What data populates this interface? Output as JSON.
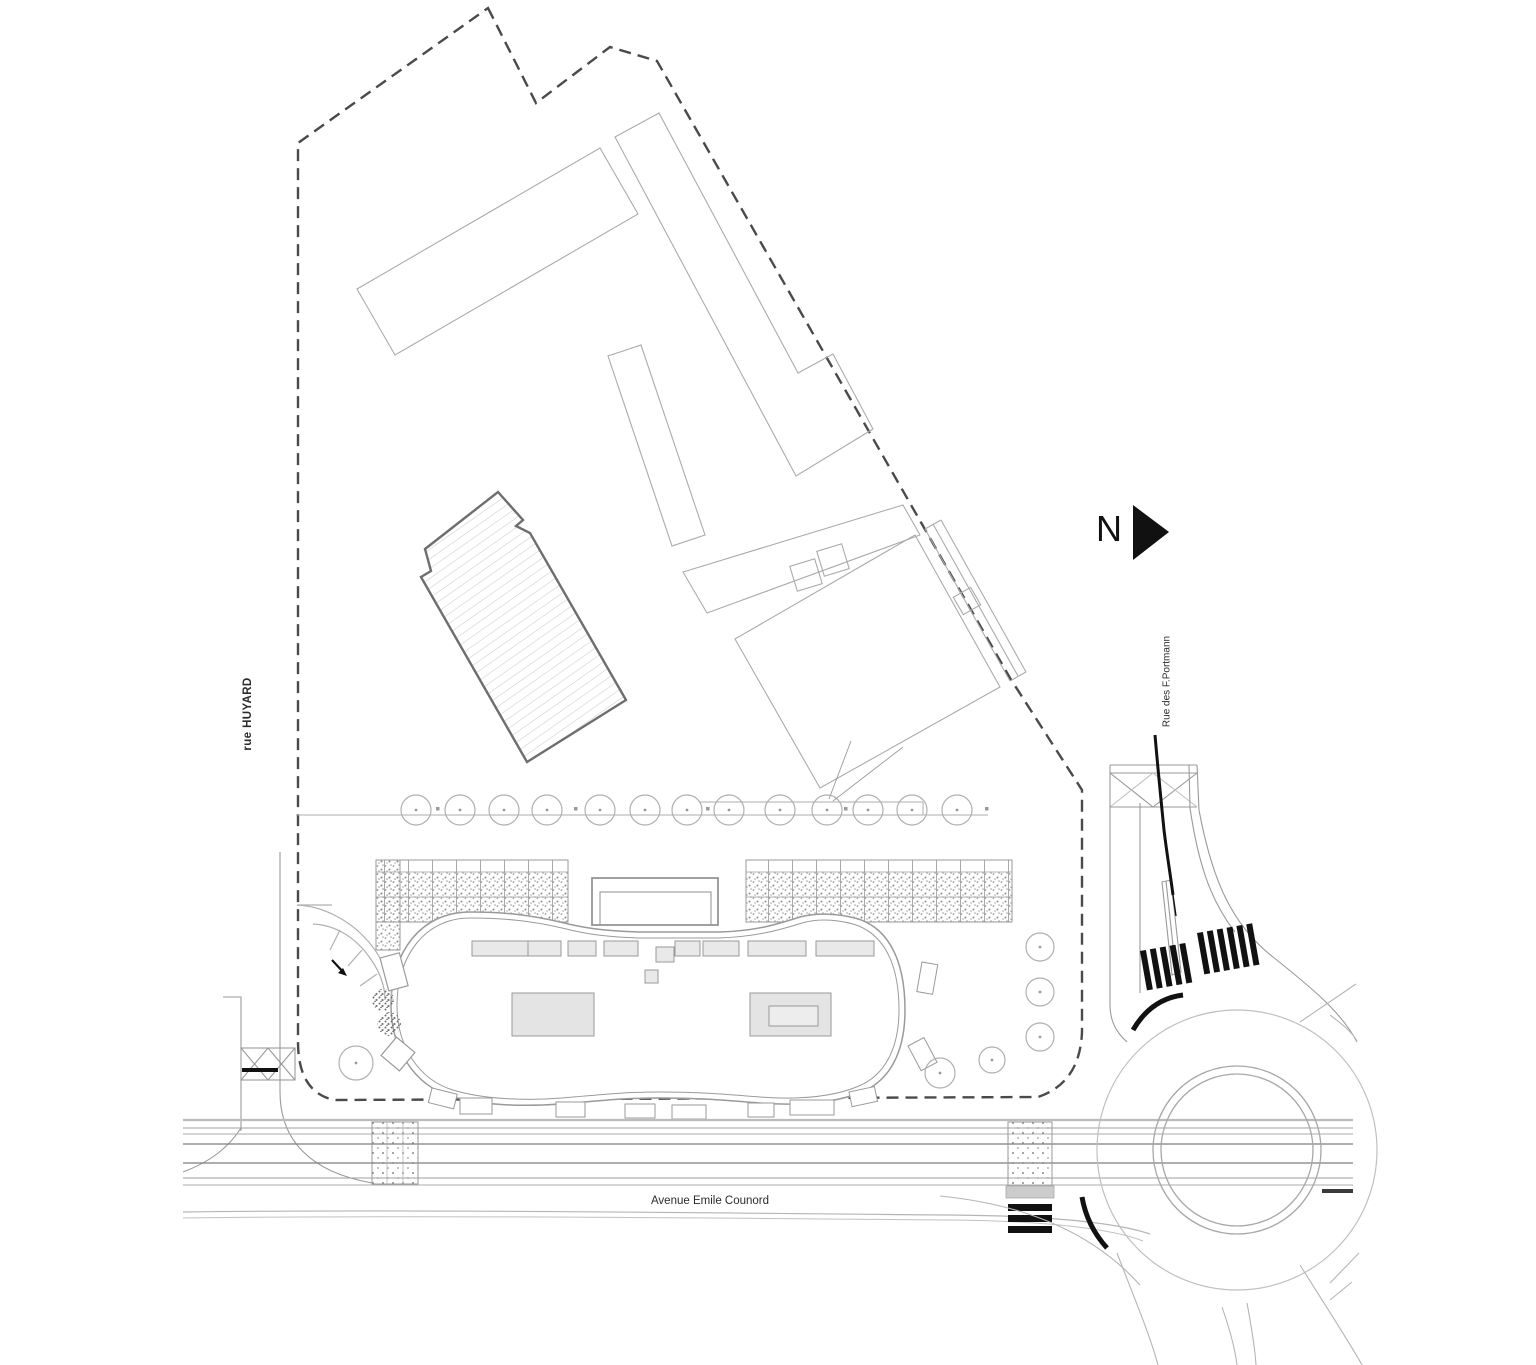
{
  "plan": {
    "north_label": "N",
    "streets": {
      "west": "rue HUYARD",
      "east": "Rue des F.Portmann",
      "south": "Avenue Emile Counord"
    },
    "colors": {
      "paper": "#ffffff",
      "line_light": "#b8b8b8",
      "line_medium": "#8f8f8f",
      "boundary": "#4a4a4a",
      "accent_black": "#111111",
      "fill_soft": "#e4e4e4"
    }
  }
}
